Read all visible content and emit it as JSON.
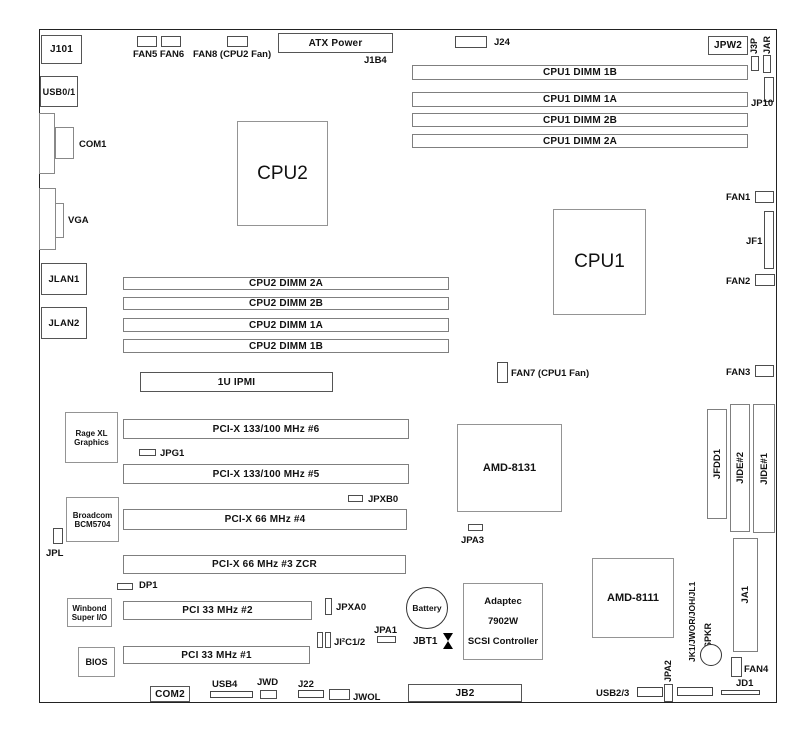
{
  "diagram": {
    "type": "motherboard-layout"
  },
  "top": {
    "j101": "J101",
    "fan56_label": "FAN5 FAN6",
    "fan8_label": "FAN8 (CPU2 Fan)",
    "atx_power": "ATX Power",
    "j1b4": "J1B4",
    "j24": "J24",
    "jpw2": "JPW2",
    "j3p": "J3P",
    "jar": "JAR",
    "jp10": "JP10"
  },
  "left": {
    "usb01": "USB0/1",
    "com1": "COM1",
    "vga": "VGA",
    "jlan1": "JLAN1",
    "jlan2": "JLAN2"
  },
  "memory": {
    "cpu1_dimms": [
      "CPU1 DIMM 1B",
      "CPU1 DIMM 1A",
      "CPU1 DIMM 2B",
      "CPU1 DIMM 2A"
    ],
    "cpu2_dimms": [
      "CPU2 DIMM 2A",
      "CPU2 DIMM 2B",
      "CPU2 DIMM 1A",
      "CPU2 DIMM 1B"
    ],
    "ipmi": "1U IPMI"
  },
  "processors": {
    "cpu1": "CPU1",
    "cpu2": "CPU2"
  },
  "fans": {
    "fan1": "FAN1",
    "fan2": "FAN2",
    "fan3": "FAN3",
    "fan4": "FAN4",
    "fan7": "FAN7 (CPU1 Fan)",
    "jf1": "JF1"
  },
  "slots": {
    "pcix6": "PCI-X 133/100 MHz #6",
    "pcix5": "PCI-X 133/100 MHz #5",
    "pcix4": "PCI-X 66 MHz #4",
    "pcix3": "PCI-X 66 MHz #3 ZCR",
    "pci2": "PCI 33 MHz #2",
    "pci1": "PCI 33 MHz #1"
  },
  "chips": {
    "rage": [
      "Rage XL",
      "Graphics"
    ],
    "broadcom": [
      "Broadcom",
      "BCM5704"
    ],
    "winbond": [
      "Winbond",
      "Super I/O"
    ],
    "bios": "BIOS",
    "amd8131": "AMD-8131",
    "amd8111": "AMD-8111",
    "adaptec": [
      "Adaptec",
      "7902W",
      "SCSI Controller"
    ]
  },
  "jumpers": {
    "jpg1": "JPG1",
    "jpxb0": "JPXB0",
    "jpl": "JPL",
    "dp1": "DP1",
    "jpxa0": "JPXA0",
    "ji2c": "JI²C1/2",
    "jpa1": "JPA1",
    "jbt1": "JBT1",
    "jpa3": "JPA3",
    "battery": "Battery"
  },
  "storage": {
    "jfdd1": "JFDD1",
    "jide2": "JIDE#2",
    "jide1": "JIDE#1",
    "ja1": "JA1"
  },
  "bottom": {
    "com2": "COM2",
    "usb4": "USB4",
    "jwd": "JWD",
    "j22": "J22",
    "jwol": "JWOL",
    "jb2": "JB2",
    "usb23": "USB2/3",
    "jpa2": "JPA2",
    "jk1": "JK1/JWOR/JOH/JL1",
    "spkr": "SPKR",
    "jd1": "JD1"
  }
}
